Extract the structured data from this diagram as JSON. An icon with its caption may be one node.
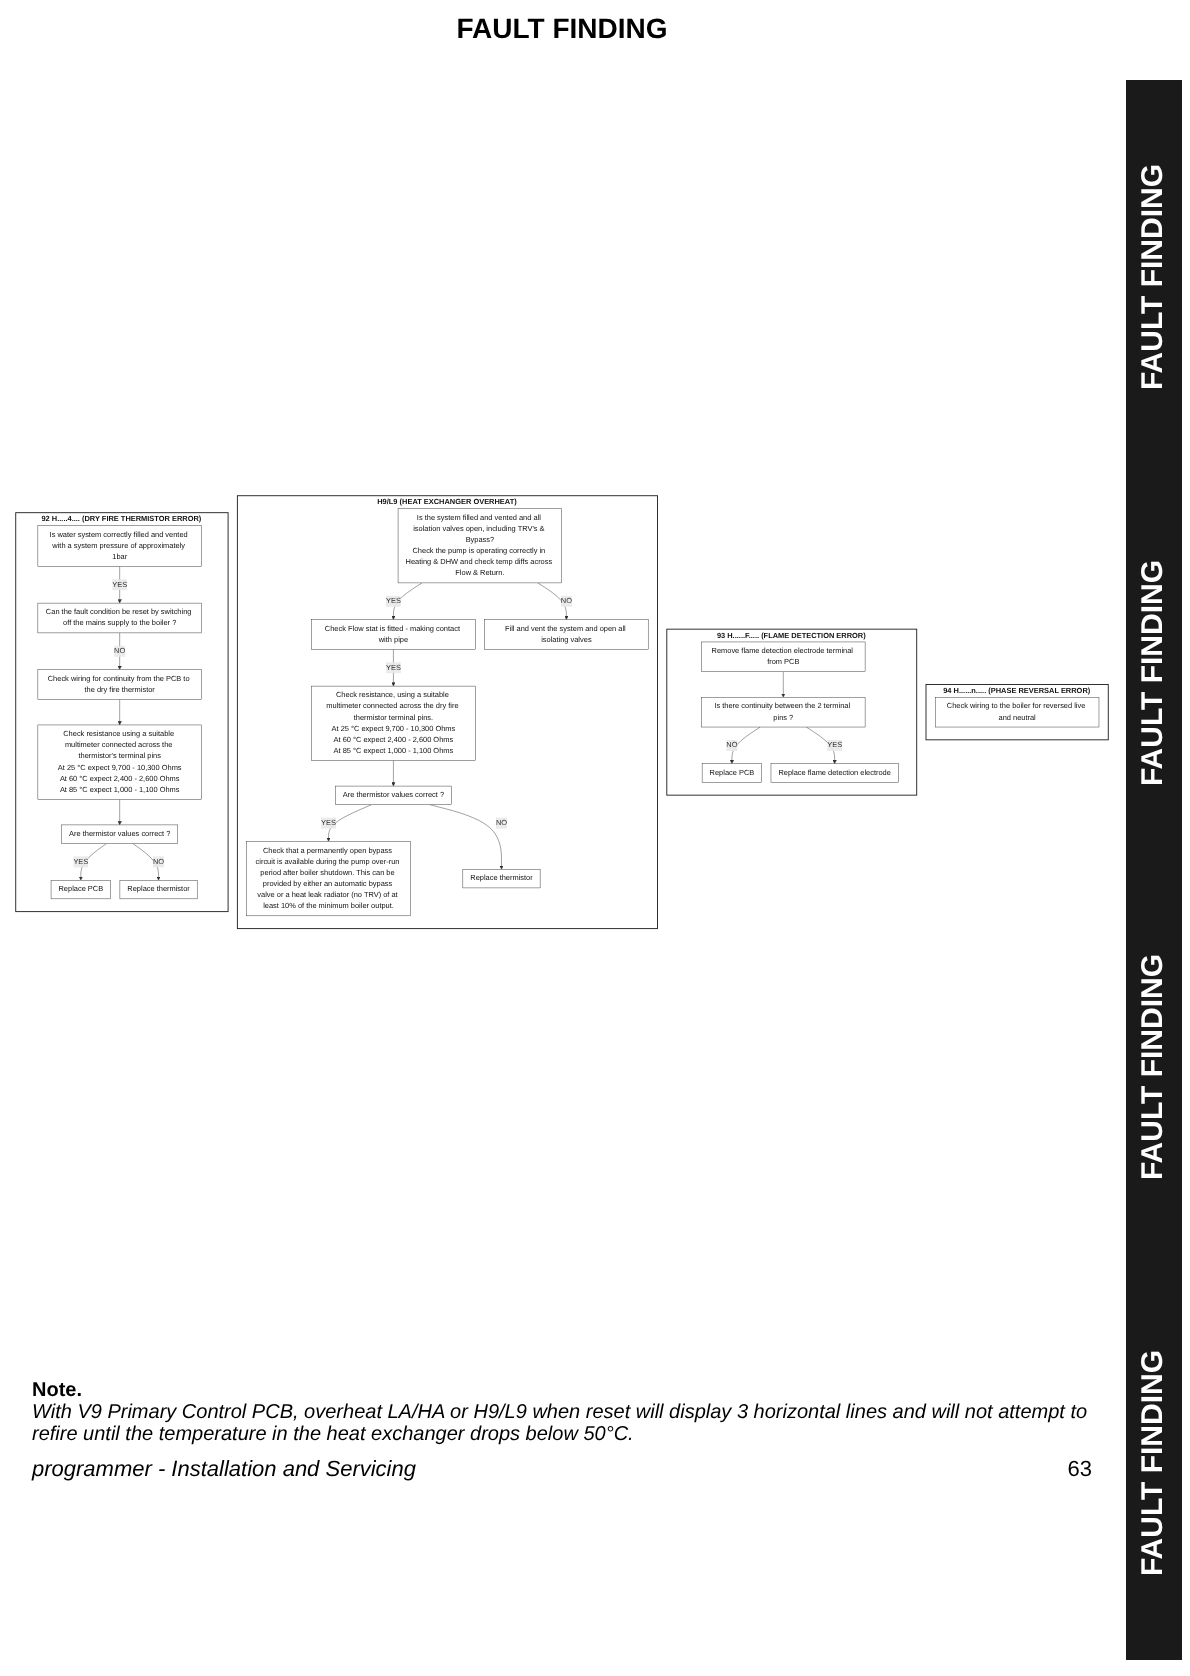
{
  "diagram": {
    "title": "FAULT FINDING",
    "nodes": [
      {
        "text": [
          "92 H.....4.... (DRY FIRE THERMISTOR ERROR)"
        ]
      },
      {
        "text": [
          "Is water system correctly filled and vented with a system pressure of approximately 1bar"
        ],
        "in": 0
      },
      {
        "text": [
          "Can the fault condition be reset by switching off the mains supply to the boiler ?"
        ],
        "in": 0
      },
      {
        "text": [
          "Check wiring for continuity from the PCB to the dry fire thermistor"
        ],
        "in": 0
      },
      {
        "text": [
          "Check resistance using a suitable multimeter connected across the thermistor's terminal pins",
          "At 25 °C expect 9,700 - 10,300 Ohms",
          "At 60 °C expect 2,400 - 2,600 Ohms",
          "At 85 °C expect 1,000 - 1,100 Ohms"
        ],
        "in": 0
      },
      {
        "text": [
          "Are thermistor values correct ?"
        ],
        "in": 0
      },
      {
        "text": [
          "Replace PCB"
        ],
        "in": 0
      },
      {
        "text": [
          "Replace thermistor"
        ],
        "in": 0
      },
      {
        "text": [
          "H9/L9 (HEAT EXCHANGER OVERHEAT)"
        ]
      },
      {
        "text": [
          "Is the system filled and vented and all isolation valves open, including TRV's & Bypass?",
          "Check the pump is operating correctly in Heating & DHW and check temp diffs across Flow & Return."
        ],
        "in": 8
      },
      {
        "text": [
          "Check Flow stat is fitted - making contact with pipe"
        ],
        "in": 8
      },
      {
        "text": [
          "Fill and vent the system and open all isolating valves"
        ],
        "in": 8
      },
      {
        "text": [
          "Check resistance, using a suitable multimeter connected across the dry fire thermistor terminal pins.",
          "At 25 °C expect 9,700 - 10,300 Ohms",
          "At 60 °C expect 2,400 - 2,600 Ohms",
          "At 85 °C expect 1,000 - 1,100 Ohms"
        ],
        "in": 8
      },
      {
        "text": [
          "Are thermistor values correct ?"
        ],
        "in": 8
      },
      {
        "text": [
          "Check that a permanently open bypass circuit is available during the pump over-run period after boiler shutdown. This can be provided by either an automatic bypass valve or a heat leak radiator (no TRV) of at least 10% of the minimum boiler output."
        ],
        "in": 8
      },
      {
        "text": [
          "Replace thermistor"
        ],
        "in": 8
      },
      {
        "text": [
          "93 H......F..... (FLAME DETECTION ERROR)"
        ]
      },
      {
        "text": [
          "Remove flame detection electrode terminal from PCB"
        ],
        "in": 16
      },
      {
        "text": [
          "Is there continuity between the 2 terminal pins ?"
        ],
        "in": 16
      },
      {
        "text": [
          "Replace PCB"
        ],
        "in": 16
      },
      {
        "text": [
          "Replace flame detection electrode"
        ],
        "in": 16
      },
      {
        "text": [
          "94 H......n..... (PHASE REVERSAL ERROR)"
        ]
      },
      {
        "text": [
          "Check wiring to the boiler for reversed live and neutral"
        ],
        "in": 21
      }
    ],
    "edges": [
      {
        "from": 1,
        "to": 2,
        "arrow": "to",
        "label": "YES"
      },
      {
        "from": 2,
        "to": 3,
        "arrow": "to",
        "label": "NO"
      },
      {
        "from": 3,
        "to": 4,
        "arrow": "to"
      },
      {
        "from": 4,
        "to": 5,
        "arrow": "to"
      },
      {
        "from": 5,
        "to": 6,
        "arrow": "to",
        "label": "YES"
      },
      {
        "from": 5,
        "to": 7,
        "arrow": "to",
        "label": "NO"
      },
      {
        "from": 9,
        "to": 10,
        "arrow": "to",
        "label": "YES"
      },
      {
        "from": 9,
        "to": 11,
        "arrow": "to",
        "label": "NO"
      },
      {
        "from": 10,
        "to": 12,
        "arrow": "to",
        "label": "YES"
      },
      {
        "from": 12,
        "to": 13,
        "arrow": "to"
      },
      {
        "from": 13,
        "to": 14,
        "arrow": "to",
        "label": "YES"
      },
      {
        "from": 13,
        "to": 15,
        "arrow": "to",
        "label": "NO"
      },
      {
        "from": 17,
        "to": 18,
        "arrow": "to"
      },
      {
        "from": 18,
        "to": 19,
        "arrow": "to",
        "label": "NO"
      },
      {
        "from": 18,
        "to": 20,
        "arrow": "to",
        "label": "YES"
      }
    ],
    "labels": [
      "Note.",
      "With V9 Primary Control PCB, overheat LA/HA or H9/L9 when reset will display 3 horizontal lines and will not attempt to refire until the temperature in the heat exchanger drops below 50°C.",
      "FAULT FINDING",
      "FAULT FINDING",
      "FAULT FINDING",
      "FAULT FINDING",
      "programmer - Installation and Servicing",
      "63"
    ]
  }
}
